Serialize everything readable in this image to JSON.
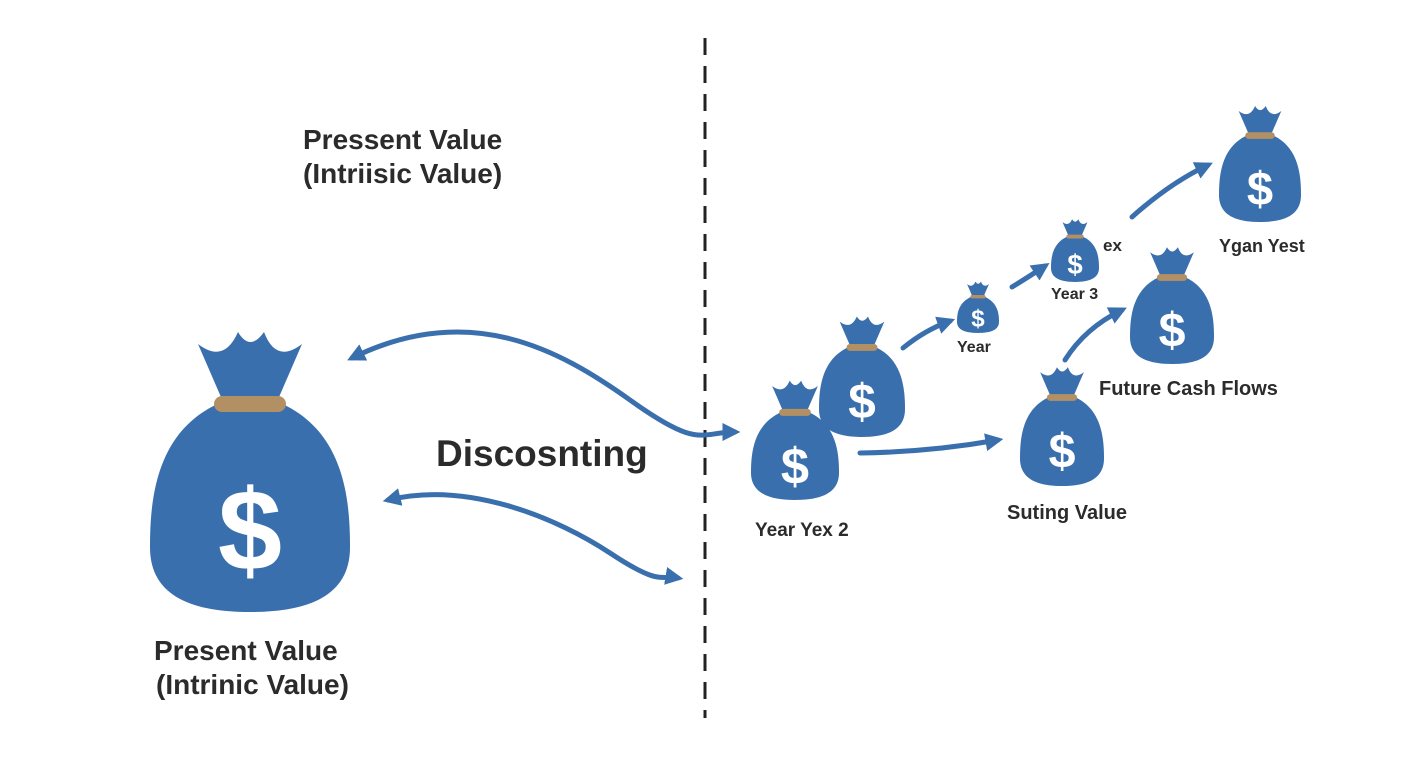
{
  "colors": {
    "bag": "#3a6fae",
    "tie": "#b39063",
    "arrow": "#3a6fae",
    "text": "#2b2b2b",
    "divider": "#222222"
  },
  "icons": {
    "bag": "money-bag-icon",
    "arrow": "arrow-icon"
  },
  "symbol": "$",
  "labels": {
    "top_title_line1": "Pressent Value",
    "top_title_line2": "(Intriisic Value)",
    "present_line1": "Present Value",
    "present_line2": "(Intrinic Value)",
    "discounting": "Discosnting",
    "year_yex_2": "Year Yex 2",
    "year": "Year",
    "year_3": "Year 3",
    "ex": "ex",
    "ygan_yest": "Ygan Yest",
    "future_cash_flows": "Future Cash Flows",
    "suting_value": "Suting Value"
  }
}
